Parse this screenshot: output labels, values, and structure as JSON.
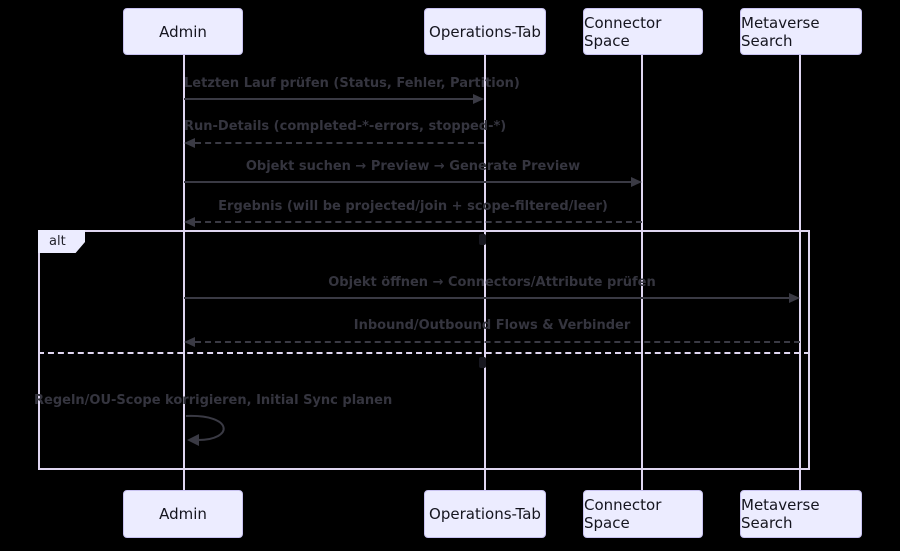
{
  "diagram_type": "uml-sequence-diagram",
  "actors": [
    {
      "label": "Admin"
    },
    {
      "label": "Operations-Tab"
    },
    {
      "label": "Connector Space"
    },
    {
      "label": "Metaverse Search"
    }
  ],
  "frame": {
    "label": "alt"
  },
  "messages": [
    {
      "from": "Admin",
      "to": "Operations-Tab",
      "line": "solid",
      "text": "Letzten Lauf prüfen (Status, Fehler, Partition)"
    },
    {
      "from": "Operations-Tab",
      "to": "Admin",
      "line": "dashed",
      "text": "Run-Details (completed-*-errors, stopped-*)"
    },
    {
      "from": "Admin",
      "to": "Connector Space",
      "line": "solid",
      "text": "Objekt suchen → Preview → Generate Preview"
    },
    {
      "from": "Connector Space",
      "to": "Admin",
      "line": "dashed",
      "text": "Ergebnis (will be projected/join + scope-filtered/leer)"
    },
    {
      "from": "Admin",
      "to": "Metaverse Search",
      "line": "solid",
      "text": "Objekt öffnen → Connectors/Attribute prüfen"
    },
    {
      "from": "Metaverse Search",
      "to": "Admin",
      "line": "dashed",
      "text": "Inbound/Outbound Flows & Verbinder"
    },
    {
      "from": "Admin",
      "to": "Admin",
      "line": "self",
      "text": "Regeln/OU-Scope korrigieren, Initial Sync planen"
    }
  ],
  "colors": {
    "background": "#000000",
    "actor_fill": "#ECECFF",
    "actor_border": "#C8C2F0",
    "lifeline": "#DFD6F1",
    "frame_border": "#DFD6F1",
    "message_text": "#35353f",
    "arrow": "#3a3a44"
  }
}
